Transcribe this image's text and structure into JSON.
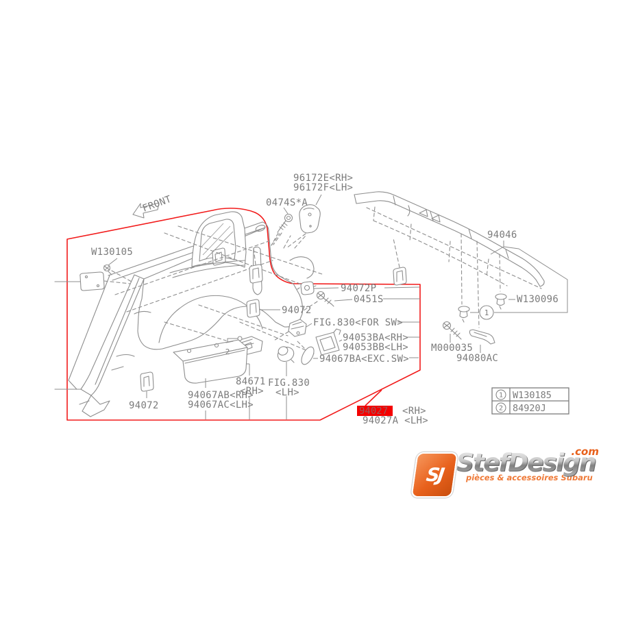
{
  "diagram": {
    "front_label": "FRONT",
    "labels": {
      "w130105": "W130105",
      "s0474": "0474S*A",
      "b96172e": "96172E<RH>",
      "b96172f": "96172F<LH>",
      "p94046": "94046",
      "w130096": "W130096",
      "p94072p": "94072P",
      "s0451": "0451S",
      "p94072_mid": "94072",
      "fig830_forsw": "FIG.830<FOR SW>",
      "p94053ba": "94053BA<RH>",
      "p94053bb": "94053BB<LH>",
      "p94067ba": "94067BA<EXC.SW>",
      "m000035": "M000035",
      "p94080ac": "94080AC",
      "p84671": "84671",
      "p84671_side": "<RH>",
      "fig830": "FIG.830",
      "fig830_side": "<LH>",
      "p94072_bottom": "94072",
      "p94067ab": "94067AB<RH>",
      "p94067ac": "94067AC<LH>",
      "p94027": "94027",
      "p94027_side": "<RH>",
      "p94027a": "94027A <LH>"
    },
    "callouts": {
      "c1": "1",
      "c2": "2"
    },
    "legend": {
      "rows": [
        {
          "num": "1",
          "part": "W130185"
        },
        {
          "num": "2",
          "part": "84920J"
        }
      ]
    },
    "colors": {
      "line_gray": "#8d8d8d",
      "text_gray": "#7b7b7b",
      "highlight_red": "#f40000",
      "outline_red": "#f21b1b"
    }
  },
  "logo": {
    "monogram": "SJ",
    "wordmark": "StefDesign",
    "tld": ".com",
    "tagline": "pièces & accessoires Subaru"
  }
}
